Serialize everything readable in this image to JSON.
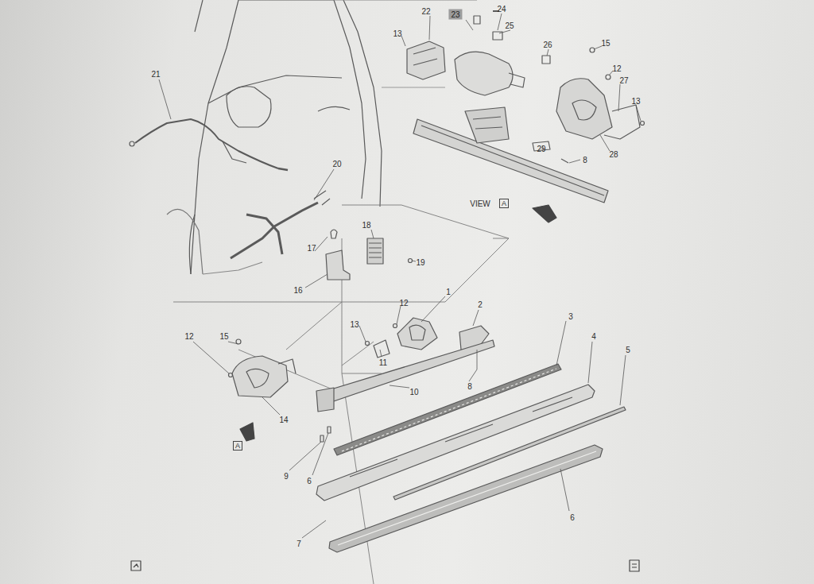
{
  "diagram": {
    "labels": [
      "13",
      "22",
      "23",
      "24",
      "25",
      "26",
      "15",
      "12",
      "27",
      "13",
      "29",
      "8",
      "28",
      "21",
      "20",
      "VIEW",
      "A",
      "18",
      "17",
      "19",
      "16",
      "1",
      "12",
      "2",
      "13",
      "11",
      "3",
      "12",
      "15",
      "10",
      "8",
      "4",
      "5",
      "14",
      "9",
      "6",
      "A",
      "7",
      "6"
    ]
  }
}
